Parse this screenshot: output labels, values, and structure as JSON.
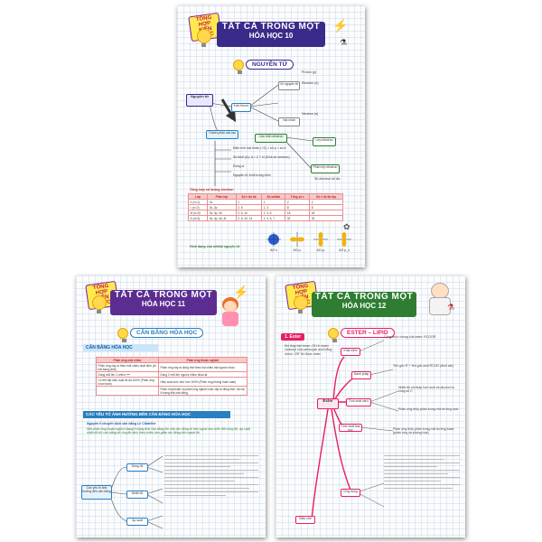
{
  "series_badge": "TỔNG HỢP KIẾN THỨC",
  "books": [
    {
      "title_top": "TẤT CẢ TRONG MỘT",
      "title_bottom": "HÓA HỌC 10",
      "section": "NGUYÊN TỬ",
      "nodes": [
        "Nguyên tử",
        "Kích thước",
        "Thành phần cấu tạo",
        "Cấu hình electron",
        "Lớp electron",
        "Phân lớp electron",
        "Vỏ nguyên tử",
        "Hạt nhân"
      ],
      "notes": [
        "Điện tích hạt nhân (+Z) = số p = số e",
        "Số khối (A): A = Z + N (N là số neutron)",
        "Đồng vị",
        "Nguyên tử khối trung bình",
        "Số electron tối đa",
        "Proton (p)",
        "Electron (e)",
        "Neutron (n)"
      ],
      "table_caption": "Tổng hợp số lượng electron",
      "table_header": [
        "Lớp",
        "Phân lớp",
        "Số e tối đa",
        "Số orbital",
        "Tổng số e",
        "Số e tối đa lớp"
      ],
      "table_rows": [
        [
          "K (n=1)",
          "1s",
          "2",
          "1",
          "2",
          "2"
        ],
        [
          "L (n=2)",
          "2s, 2p",
          "2, 6",
          "1, 3",
          "8",
          "8"
        ],
        [
          "M (n=3)",
          "3s, 3p, 3d",
          "2, 6, 10",
          "1, 3, 5",
          "18",
          "18"
        ],
        [
          "N (n=4)",
          "4s, 4p, 4d, 4f",
          "2, 6, 10, 14",
          "1, 3, 5, 7",
          "32",
          "32"
        ]
      ],
      "orbital_caption": "Hình dạng của orbital nguyên tử",
      "orbitals": [
        "AO s",
        "AO pₓ",
        "AO pᵧ",
        "AO p_z"
      ]
    },
    {
      "title_top": "TẤT CẢ TRONG MỘT",
      "title_bottom": "HÓA HỌC 11",
      "section": "CÂN BẰNG HÓA HỌC",
      "subsection": "CÂN BẰNG HÓA HỌC",
      "table_header": [
        "Phản ứng một chiều",
        "Phản ứng thuận nghịch"
      ],
      "table_rows": [
        [
          "Phản ứng xảy ra theo một chiều nhất định (từ trái sang phải)",
          "Phản ứng xảy ra đồng thời theo hai chiều trái ngược nhau"
        ],
        [
          "Dùng mũi tên 1 chiều ⟶",
          "Dùng 2 mũi tên ngược chiều nhau ⇌"
        ],
        [
          "Có thể đạt hiệu suất tối đa 100% (Phản ứng hoàn toàn)",
          "Hiệu suất luôn nhỏ hơn 100% (Phản ứng không hoàn toàn)"
        ],
        [
          "",
          "Phản ứng thuận và phản ứng nghịch luôn xảy ra đồng thời, tồn tại ở trạng thái cân bằng"
        ]
      ],
      "section2": "CÁC YẾU TỐ ẢNH HƯỞNG ĐẾN CÂN BẰNG HÓA HỌC",
      "principle": "Nguyên lí chuyển dịch cân bằng Le Chatelier",
      "principle_text": "Một phản ứng thuận nghịch đang ở trạng thái cân bằng khi chịu tác động từ bên ngoài như biến đổi nồng độ, áp suất, nhiệt độ thì cân bằng sẽ chuyển dịch theo chiều làm giảm tác động bên ngoài đó.",
      "factors": [
        "Nồng độ",
        "Nhiệt độ",
        "Áp suất"
      ],
      "center_node": "Các yếu tố ảnh hưởng đến cân bằng"
    },
    {
      "title_top": "TẤT CẢ TRONG MỘT",
      "title_bottom": "HÓA HỌC 12",
      "section": "ESTER – LIPID",
      "corner_label": "1. Ester",
      "nodes": [
        "Khái niệm",
        "Danh pháp",
        "Tính chất vật lí",
        "Tính chất hóa học",
        "Điều chế",
        "Ứng dụng",
        "Ester"
      ],
      "notes": [
        "Khi thay thế nhóm -OH ở nhóm carboxyl của carboxylic acid bằng nhóm -OR' thì được ester",
        "Công thức chung của ester: RCOOR'",
        "Phản ứng thủy phân trong môi trường acid",
        "Phản ứng thủy phân trong môi trường base (phản ứng xà phòng hóa)",
        "Tên gốc R' + tên gốc acid RCOO (đuôi ate)",
        "Nhiệt độ sôi thấp hơn acid và alcohol có cùng số C"
      ]
    }
  ],
  "colors": {
    "banner10": "#3a2a8a",
    "banner11": "#5b2d91",
    "banner12": "#2e7d32",
    "accent": "#e91e63",
    "section11": "#2a7fbf"
  }
}
